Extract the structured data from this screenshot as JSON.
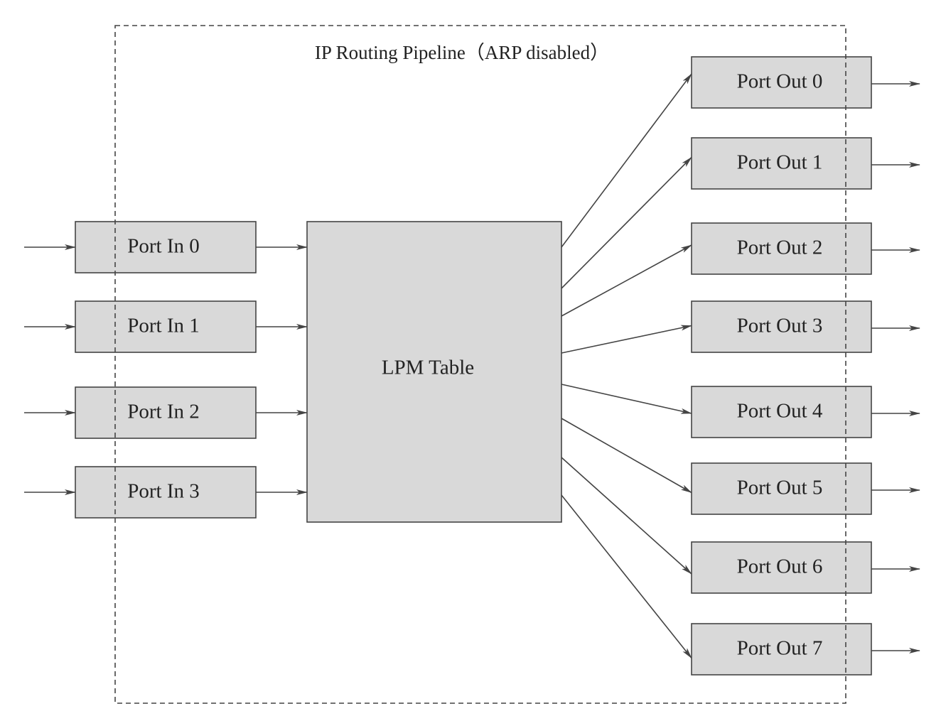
{
  "diagram": {
    "title": "IP Routing Pipeline（ARP disabled）",
    "table_label": "LPM Table",
    "inputs": [
      "Port In 0",
      "Port In 1",
      "Port In 2",
      "Port In 3"
    ],
    "outputs": [
      "Port Out 0",
      "Port Out 1",
      "Port Out 2",
      "Port Out 3",
      "Port Out 4",
      "Port Out 5",
      "Port Out 6",
      "Port Out 7"
    ],
    "colors": {
      "box_fill": "#d9d9d9",
      "stroke": "#444444",
      "text": "#222222"
    }
  }
}
